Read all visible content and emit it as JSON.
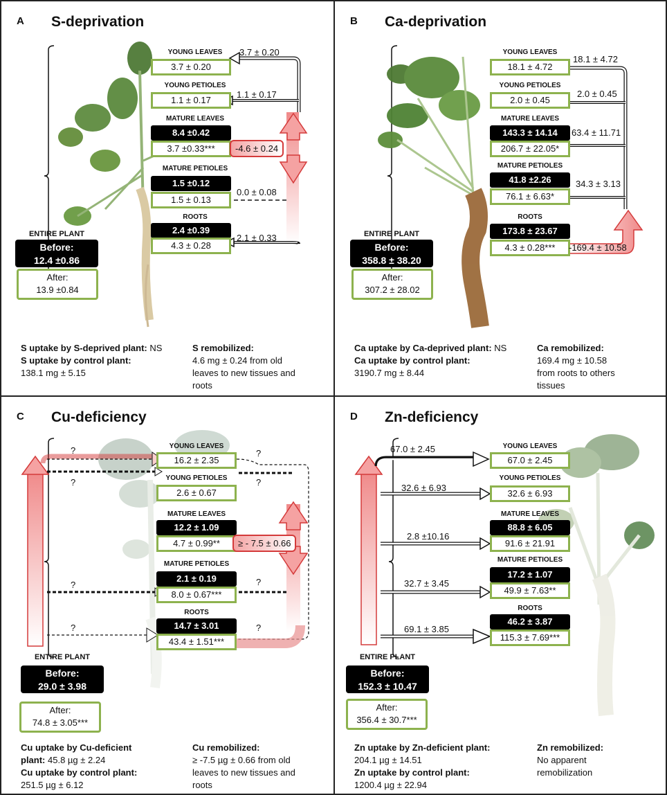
{
  "panels": {
    "A": {
      "letter": "A",
      "title": "S-deprivation",
      "labels": {
        "young_leaves": "YOUNG LEAVES",
        "young_petioles": "YOUNG PETIOLES",
        "mature_leaves": "MATURE LEAVES",
        "mature_petioles": "MATURE PETIOLES",
        "roots": "ROOTS"
      },
      "young_leaves": "3.7 ± 0.20",
      "young_petioles": "1.1 ± 0.17",
      "mature_leaves_before": "8.4 ±0.42",
      "mature_leaves_after": "3.7 ±0.33***",
      "mature_petioles_before": "1.5 ±0.12",
      "mature_petioles_after": "1.5 ± 0.13",
      "roots_before": "2.4 ±0.39",
      "roots_after": "4.3 ± 0.28",
      "flows": {
        "young_leaves": "3.7 ± 0.20",
        "young_petioles": "1.1 ± 0.17",
        "remobilized": "-4.6 ± 0.24",
        "mature_petioles": "0.0 ± 0.08",
        "roots": "2.1 ± 0.33"
      },
      "entire_plant": {
        "label": "ENTIRE PLANT",
        "before_label": "Before:",
        "before_value": "12.4 ±0.86",
        "after_label": "After:",
        "after_value": "13.9 ±0.84"
      },
      "footer": {
        "uptake_deprived_label": "S uptake by S-deprived plant:",
        "uptake_deprived_value": "NS",
        "uptake_control_label": "S uptake by control plant:",
        "uptake_control_value": "138.1 mg ± 5.15",
        "remobilized_label": "S remobilized:",
        "remobilized_lines": [
          "4.6 mg  ±  0.24 from old",
          "leaves to new tissues and",
          "roots"
        ]
      }
    },
    "B": {
      "letter": "B",
      "title": "Ca-deprivation",
      "labels": {
        "young_leaves": "YOUNG LEAVES",
        "young_petioles": "YOUNG PETIOLES",
        "mature_leaves": "MATURE LEAVES",
        "mature_petioles": "MATURE PETIOLES",
        "roots": "ROOTS"
      },
      "young_leaves": "18.1 ± 4.72",
      "young_petioles": "2.0 ± 0.45",
      "mature_leaves_before": "143.3 ± 14.14",
      "mature_leaves_after": "206.7 ± 22.05*",
      "mature_petioles_before": "41.8 ±2.26",
      "mature_petioles_after": "76.1 ± 6.63*",
      "roots_before": "173.8 ± 23.67",
      "roots_after": "4.3 ± 0.28***",
      "flows": {
        "young_leaves": "18.1 ± 4.72",
        "young_petioles": "2.0 ± 0.45",
        "mature_leaves": "63.4 ± 11.71",
        "mature_petioles": "34.3 ± 3.13",
        "remobilized": "-169.4 ± 10.58"
      },
      "entire_plant": {
        "label": "ENTIRE PLANT",
        "before_label": "Before:",
        "before_value": "358.8 ± 38.20",
        "after_label": "After:",
        "after_value": "307.2 ± 28.02"
      },
      "footer": {
        "uptake_deprived_label": "Ca uptake by Ca-deprived plant:",
        "uptake_deprived_value": "NS",
        "uptake_control_label": "Ca uptake by control plant:",
        "uptake_control_value": "3190.7 mg ± 8.44",
        "remobilized_label": "Ca remobilized:",
        "remobilized_lines": [
          "169.4  mg  ± 10.58",
          "from roots to others",
          "tissues"
        ]
      }
    },
    "C": {
      "letter": "C",
      "title": "Cu-deficiency",
      "labels": {
        "young_leaves": "YOUNG LEAVES",
        "young_petioles": "YOUNG PETIOLES",
        "mature_leaves": "MATURE LEAVES",
        "mature_petioles": "MATURE PETIOLES",
        "roots": "ROOTS"
      },
      "young_leaves": "16.2 ± 2.35",
      "young_petioles": "2.6 ± 0.67",
      "mature_leaves_before": "12.2 ± 1.09",
      "mature_leaves_after": "4.7 ± 0.99**",
      "mature_petioles_before": "2.1 ± 0.19",
      "mature_petioles_after": "8.0 ± 0.67***",
      "roots_before": "14.7 ± 3.01",
      "roots_after": "43.4 ± 1.51***",
      "question": "?",
      "remobilized": "≥  - 7.5 ± 0.66",
      "entire_plant": {
        "label": "ENTIRE PLANT",
        "before_label": "Before:",
        "before_value": "29.0 ± 3.98",
        "after_label": "After:",
        "after_value": "74.8 ± 3.05***"
      },
      "footer": {
        "uptake_deprived_label": "Cu uptake by Cu-deficient",
        "uptake_deprived_label2": "plant:",
        "uptake_deprived_value": "45.8 µg ± 2.24",
        "uptake_control_label": "Cu uptake by control plant:",
        "uptake_control_value": "251.5 µg ± 6.12",
        "remobilized_label": "Cu remobilized:",
        "remobilized_lines": [
          "≥   -7.5 µg ± 0.66 from old",
          "leaves to new tissues and",
          "roots"
        ]
      }
    },
    "D": {
      "letter": "D",
      "title": "Zn-deficiency",
      "labels": {
        "young_leaves": "YOUNG LEAVES",
        "young_petioles": "YOUNG PETIOLES",
        "mature_leaves": "MATURE LEAVES",
        "mature_petioles": "MATURE PETIOLES",
        "roots": "ROOTS"
      },
      "young_leaves": "67.0 ± 2.45",
      "young_petioles": "32.6 ± 6.93",
      "mature_leaves_before": "88.8 ± 6.05",
      "mature_leaves_after": "91.6 ± 21.91",
      "mature_petioles_before": "17.2 ± 1.07",
      "mature_petioles_after": "49.9 ±  7.63**",
      "roots_before": "46.2 ± 3.87",
      "roots_after": "115.3 ± 7.69***",
      "flows": {
        "young_leaves": "67.0 ± 2.45",
        "young_petioles": "32.6 ± 6.93",
        "mature_leaves": "2.8 ±10.16",
        "mature_petioles": "32.7 ± 3.45",
        "roots": "69.1 ± 3.85"
      },
      "entire_plant": {
        "label": "ENTIRE PLANT",
        "before_label": "Before:",
        "before_value": "152.3 ± 10.47",
        "after_label": "After:",
        "after_value": "356.4 ± 30.7***"
      },
      "footer": {
        "uptake_deprived_label": "Zn uptake by Zn-deficient plant:",
        "uptake_deprived_value": "204.1 µg ± 14.51",
        "uptake_control_label": "Zn uptake by control plant:",
        "uptake_control_value": "1200.4 µg ± 22.94",
        "remobilized_label": "Zn remobilized:",
        "remobilized_lines": [
          "No apparent",
          "remobilization"
        ]
      }
    }
  },
  "colors": {
    "green_box": "#8db24e",
    "red_arrow": "#d43a3a",
    "red_fill": "#f4a4a4"
  }
}
